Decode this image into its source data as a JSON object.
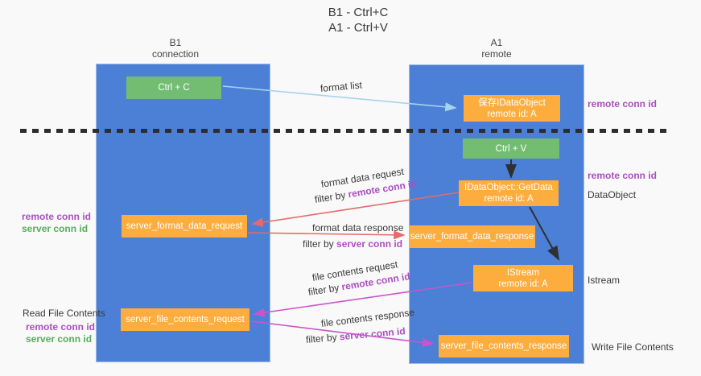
{
  "title": {
    "line1": "B1 - Ctrl+C",
    "line2": "A1 - Ctrl+V"
  },
  "columns": {
    "left": {
      "header1": "B1",
      "header2": "connection"
    },
    "right": {
      "header1": "A1",
      "header2": "remote"
    }
  },
  "boxes": {
    "ctrl_c": {
      "label": "Ctrl + C"
    },
    "ctrl_v": {
      "label": "Ctrl + V"
    },
    "save_idataobject": {
      "line1": "保存IDataObject",
      "line2": "remote id: A"
    },
    "idataobject_getdata": {
      "line1": "IDataObject::GetData",
      "line2": "remote id: A"
    },
    "istream": {
      "line1": "IStream",
      "line2": "remote id: A"
    },
    "server_format_data_request": {
      "label": "server_format_data_request"
    },
    "server_format_data_response": {
      "label": "server_format_data_response"
    },
    "server_file_contents_request": {
      "label": "server_file_contents_request"
    },
    "server_file_contents_response": {
      "label": "server_file_contents_response"
    }
  },
  "arrow_labels": {
    "format_list": "format list",
    "format_data_request": "format data request",
    "format_data_request_filter_prefix": "filter by ",
    "format_data_request_filter_key": "remote conn id",
    "format_data_response": "format data response",
    "format_data_response_filter_prefix": "filter by ",
    "format_data_response_filter_key": "server conn id",
    "file_contents_request": "file contents request",
    "file_contents_request_filter_prefix": "filter by ",
    "file_contents_request_filter_key": "remote conn id",
    "file_contents_response": "file contents response",
    "file_contents_response_filter_prefix": "filter by ",
    "file_contents_response_filter_key": "server conn id"
  },
  "side_labels": {
    "left_top_remote": "remote conn id",
    "left_top_server": "server conn id",
    "read_file_contents": "Read File Contents",
    "left_bottom_remote": "remote conn id",
    "left_bottom_server": "server conn id",
    "right_remote_1": "remote conn id",
    "right_remote_2": "remote conn id",
    "dataobject": "DataObject",
    "istream": "Istream",
    "write_file_contents": "Write File Contents"
  },
  "colors": {
    "column_blue": "#4b80d6",
    "box_orange": "#fcad3e",
    "box_green": "#73bd73",
    "label_purple": "#ab4fc1",
    "label_green": "#57ac5c",
    "arrow_red": "#e7696b",
    "arrow_magenta": "#cb54cb",
    "arrow_lightblue": "#a8d2ee",
    "arrow_black": "#303030",
    "background": "#f9f9f9"
  }
}
